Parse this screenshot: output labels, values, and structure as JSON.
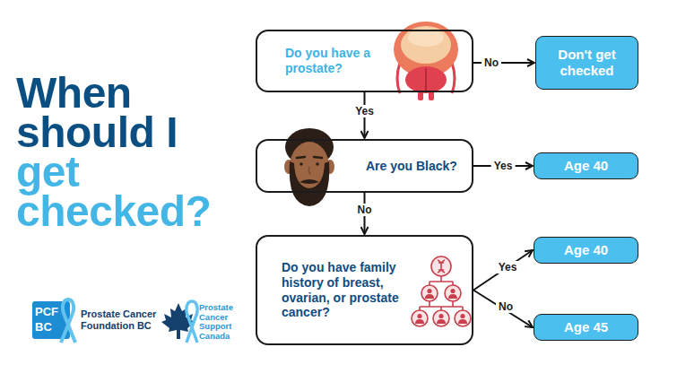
{
  "diagram": {
    "title": "When should I get checked?",
    "nodes": [
      {
        "text": [
          "Do you have a prostate?"
        ]
      },
      {
        "text": [
          "Don't get checked"
        ]
      },
      {
        "text": [
          "Are you Black?"
        ]
      },
      {
        "text": [
          "Age 40"
        ]
      },
      {
        "text": [
          "Do you have family history of breast, ovarian, or prostate cancer?"
        ]
      },
      {
        "text": [
          "Age 40"
        ]
      },
      {
        "text": [
          "Age 45"
        ]
      }
    ],
    "edges": [
      {
        "from": 0,
        "to": 1,
        "label": "No",
        "arrow": "to"
      },
      {
        "from": 0,
        "to": 2,
        "label": "Yes",
        "arrow": "to"
      },
      {
        "from": 2,
        "to": 3,
        "label": "Yes",
        "arrow": "to"
      },
      {
        "from": 2,
        "to": 4,
        "label": "No",
        "arrow": "to"
      },
      {
        "from": 4,
        "to": 5,
        "label": "Yes",
        "arrow": "to"
      },
      {
        "from": 4,
        "to": 6,
        "label": "No",
        "arrow": "to"
      }
    ],
    "labels": [
      "PCF",
      "BC",
      "Prostate Cancer Foundation BC",
      "Prostate Cancer Support Canada"
    ]
  }
}
